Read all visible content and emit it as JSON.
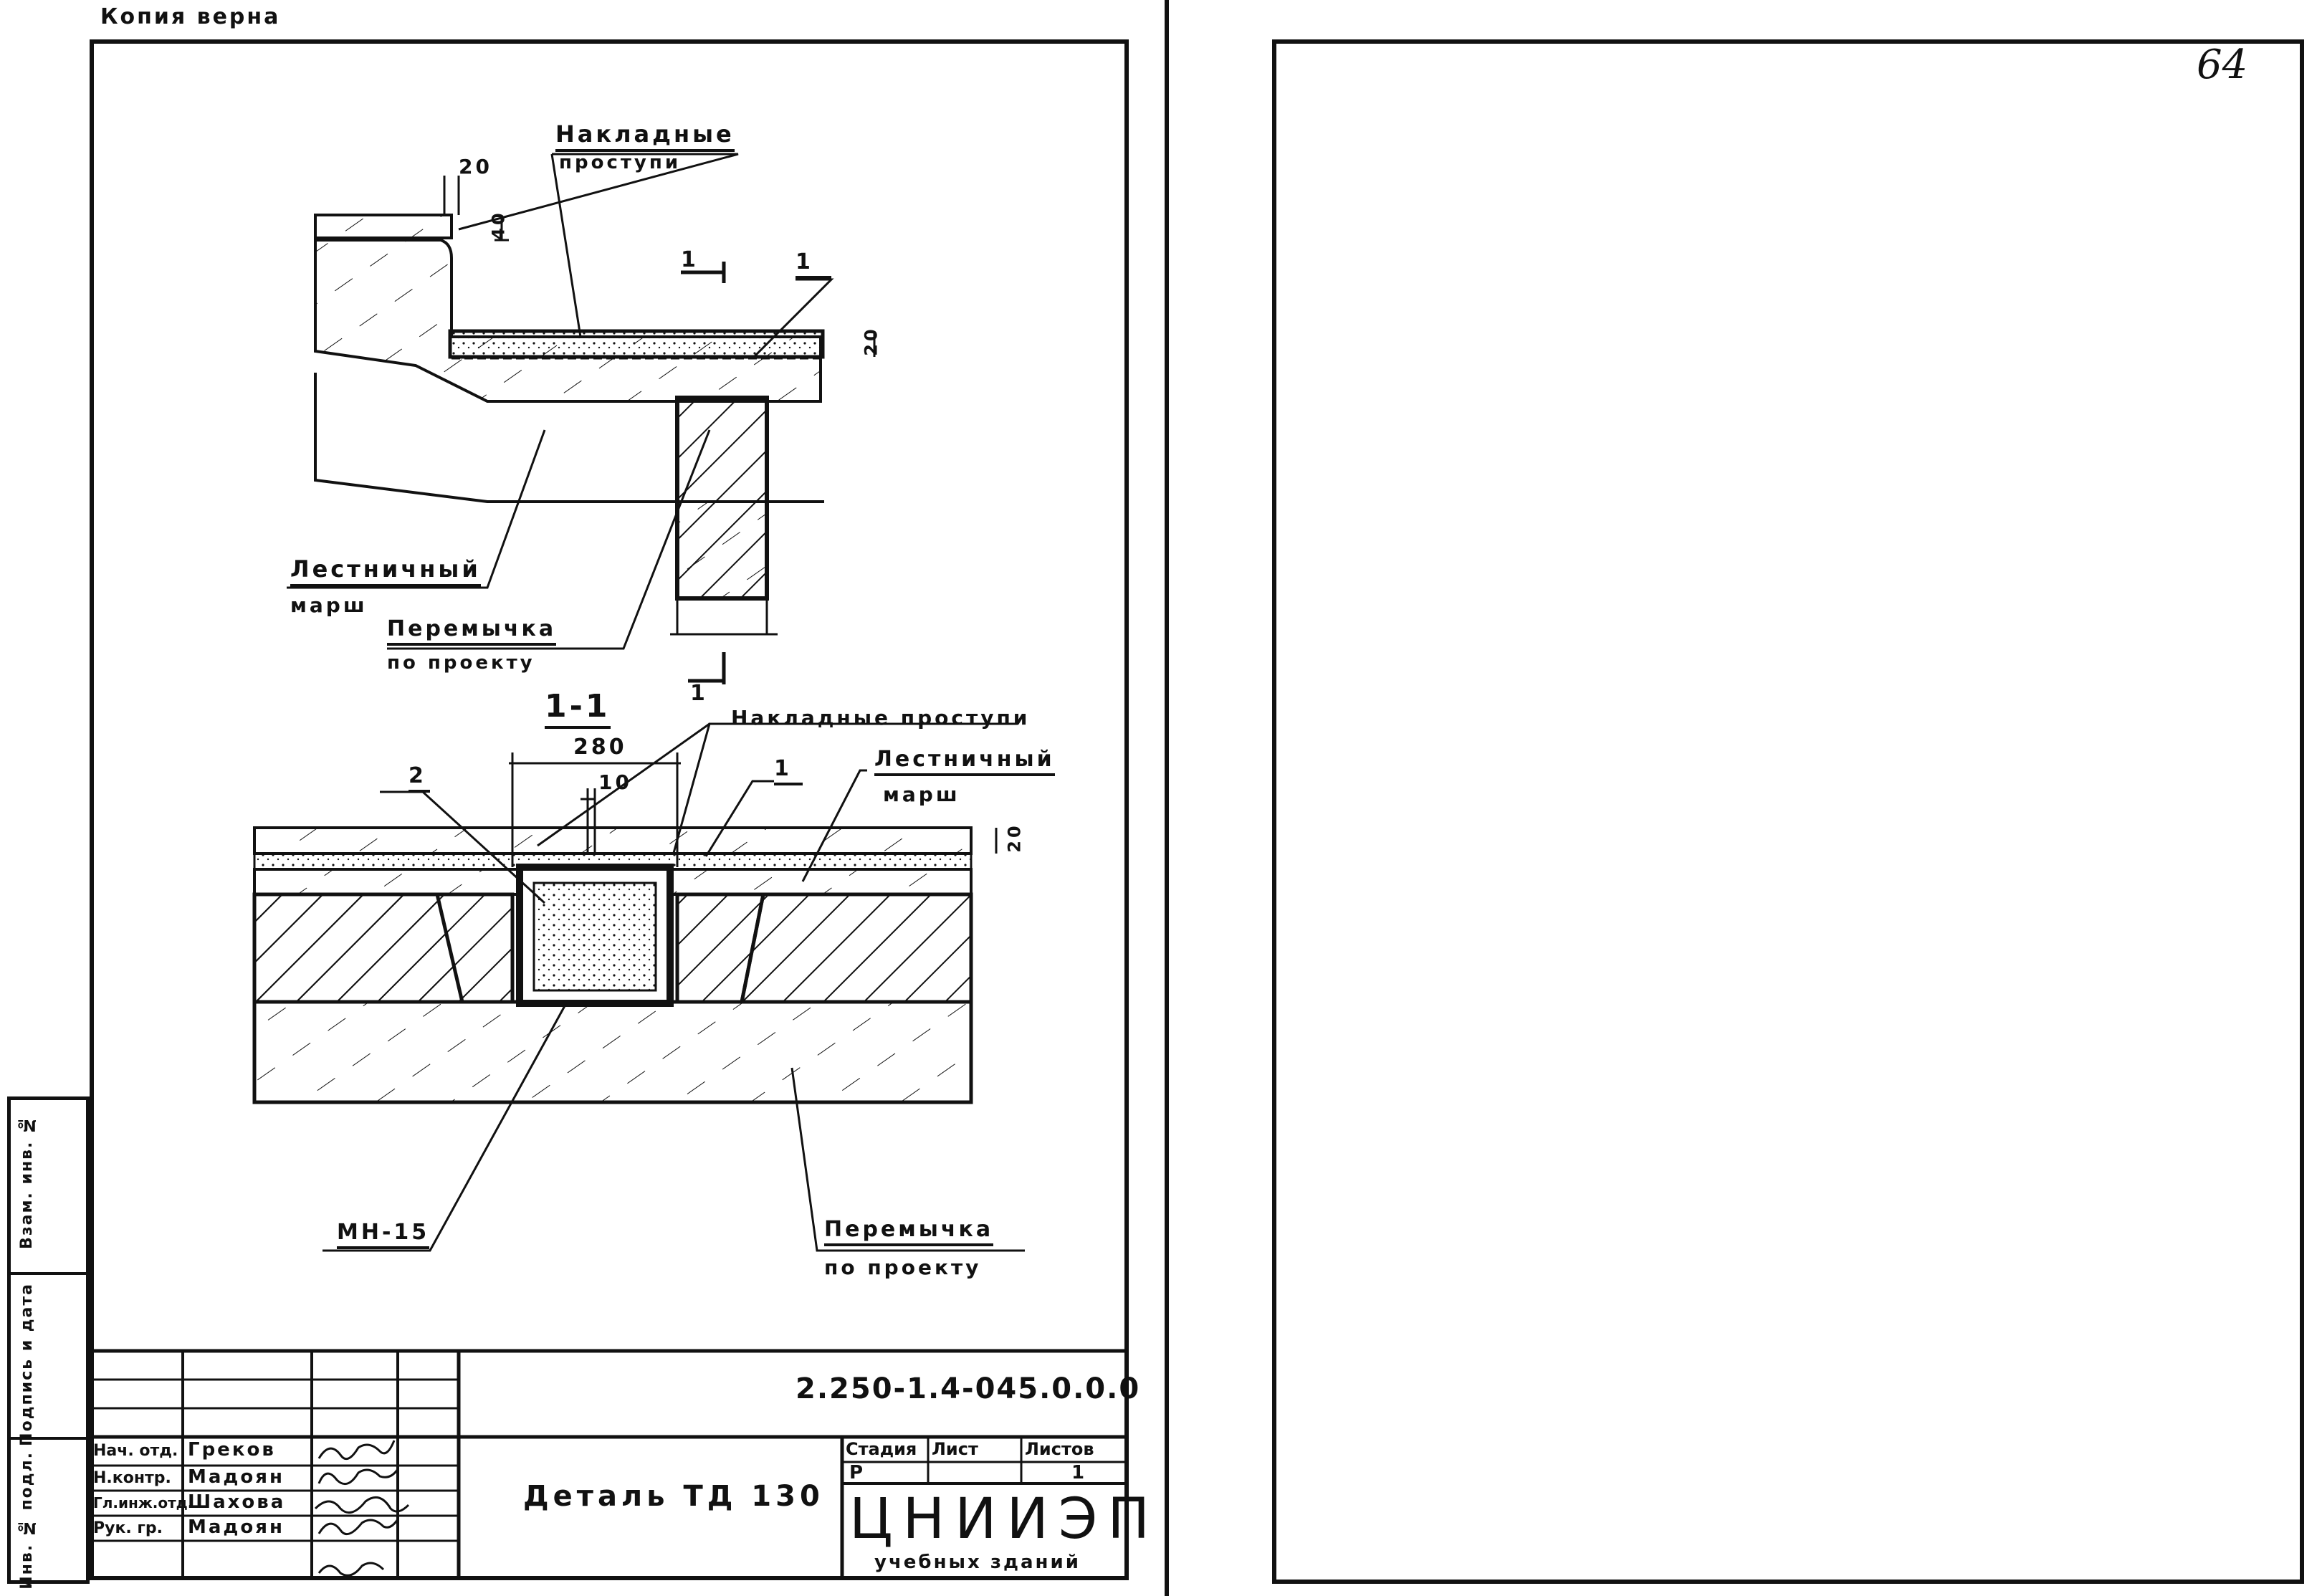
{
  "header": {
    "copy_note": "Копия верна",
    "page_number": "64"
  },
  "side_stamp": {
    "fields": [
      "Инв. № подл.",
      "Подпись и дата",
      "Взам. инв. №"
    ]
  },
  "drawing": {
    "plan_labels": {
      "nakladnye_prostupi": [
        "Накладные",
        "проступи"
      ],
      "dim_20_top": "20",
      "dim_40": "40",
      "section_mark_1": "1",
      "callout_1": "1",
      "dim_20_right": "20",
      "lestnichnyi_marsh": [
        "Лестничный",
        "марш"
      ],
      "peremychka": [
        "Перемычка",
        "по проекту"
      ],
      "section_mark_1_bottom": "1"
    },
    "section_labels": {
      "section_title": "1-1",
      "dim_280": "280",
      "dim_10": "10",
      "callout_2": "2",
      "callout_1": "1",
      "nakladnye_prostupi": "Накладные проступи",
      "lestnichnyi_marsh": [
        "Лестничный",
        "марш"
      ],
      "dim_20": "20",
      "mortar": "МН-15",
      "peremychka": [
        "Перемычка",
        "по проекту"
      ]
    }
  },
  "title_block": {
    "doc_code": "2.250-1.4-045.0.0.0",
    "title": "Деталь ТД 130",
    "organization": "ЦНИИЭП",
    "organization_sub": "учебных зданий",
    "stage_header": "Стадия",
    "sheet_header": "Лист",
    "sheets_header": "Листов",
    "stage": "Р",
    "sheet": "",
    "sheets": "1",
    "roles": [
      {
        "role": "Нач. отд.",
        "name": "Греков"
      },
      {
        "role": "Н.контр.",
        "name": "Мадоян"
      },
      {
        "role": "Гл.инж.отд.",
        "name": "Шахова"
      },
      {
        "role": "Рук. гр.",
        "name": "Мадоян"
      }
    ]
  }
}
